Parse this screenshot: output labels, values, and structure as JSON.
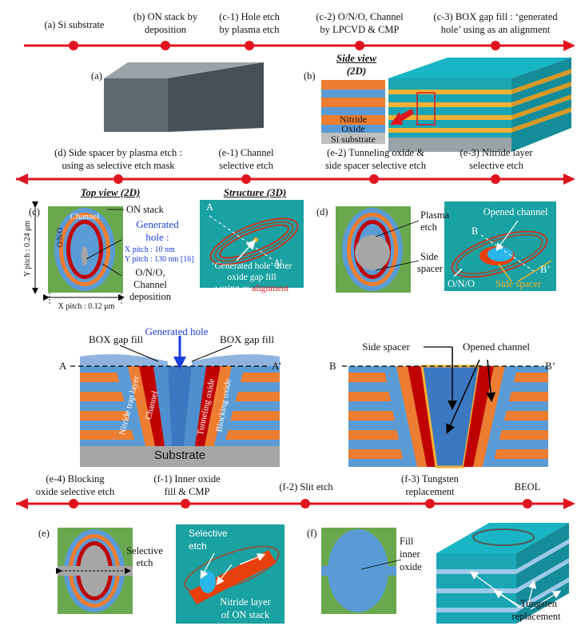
{
  "timeline1": {
    "steps": [
      "(a) Si substrate",
      "(b) ON stack by",
      "deposition",
      "(c-1) Hole etch",
      "by plasma etch",
      "(c-2) O/N/O, Channel",
      "by LPCVD & CMP",
      "(c-3) BOX gap fill : ‘generated",
      "hole’ using as an alignment"
    ]
  },
  "timeline2": {
    "steps": [
      "(d) Side spacer by plasma etch :",
      "using as selective etch mask",
      "(e-1) Channel",
      "selective etch",
      "(e-2) Tunneling oxide &",
      "side spacer selective etch",
      "(e-3) Nitride layer",
      "selective etch"
    ]
  },
  "timeline3": {
    "steps": [
      "(e-4) Blocking",
      "oxide selective etch",
      "(f-1) Inner oxide",
      "fill & CMP",
      "(f-2) Slit etch",
      "(f-3) Tungsten",
      "replacement",
      "BEOL"
    ]
  },
  "panel_a": {
    "label": "(a)"
  },
  "panel_b": {
    "label": "(b)",
    "title1": "Side view",
    "title2": "(2D)",
    "nitride": "Nitride",
    "oxide": "Oxide",
    "substrate": "Si substrate"
  },
  "panel_c": {
    "label": "(c)",
    "top_title": "Top view (2D)",
    "struct_title": "Structure (3D)",
    "channel": "Channel",
    "on_stack": "ON stack",
    "gen1": "Generated",
    "gen2": "hole :",
    "xp": "X pitch : 10 nm",
    "yp": "Y pitch : 130 nm [16]",
    "ono1": "O/N/O,",
    "ono2": "Channel",
    "ono3": "deposition",
    "onoside": "O/N/O",
    "ypitch": "Y pitch : 0.24 μm",
    "xpitch": "X pitch : 0.12 μm",
    "A": "A",
    "Ap": "A’",
    "q1": "‘Generated hole’ after",
    "q2": "oxide gap fill",
    "q3a": ": using as ",
    "q3b": "alignment"
  },
  "panel_d": {
    "label": "(d)",
    "plasma1": "Plasma",
    "plasma2": "etch",
    "side1": "Side",
    "side2": "spacer",
    "opened": "Opened channel",
    "B": "B",
    "Bp": "B’",
    "ono": "O/N/O",
    "sidesp": "Side spacer"
  },
  "cross_a": {
    "gen": "Generated hole",
    "box1": "BOX gap fill",
    "box2": "BOX gap fill",
    "A": "A",
    "Ap": "A’",
    "ntl": "Nitride trap layer",
    "ch": "Channel",
    "tun": "Tunneling oxide",
    "blk": "Blocking oxide",
    "sub": "Substrate"
  },
  "cross_b": {
    "sidesp": "Side spacer",
    "opened": "Opened channel",
    "B": "B",
    "Bp": "B’"
  },
  "panel_e": {
    "label": "(e)",
    "sel1": "Selective",
    "sel2": "etch",
    "s3a": "Selective",
    "s3b": "etch",
    "n1": "Nitride layer",
    "n2": "of ON stack"
  },
  "panel_f": {
    "label": "(f)",
    "fill1": "Fill",
    "fill2": "inner",
    "fill3": "oxide",
    "tung1": "Tungsten",
    "tung2": "replacement"
  },
  "colors": {
    "timeline": "#e0141e",
    "green": "#6aa84f",
    "blue": "#5b9bd5",
    "orange": "#ed7d31",
    "red": "#c00000",
    "teal": "#1aa1a1",
    "dark": "#1e7fa6"
  }
}
